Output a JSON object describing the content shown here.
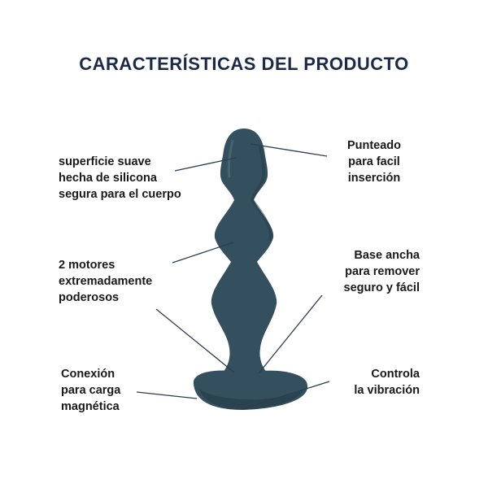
{
  "title": "CARACTERÍSTICAS DEL PRODUCTO",
  "colors": {
    "product": "#34505e",
    "product_shadow": "#243a45",
    "title": "#1b2a4a",
    "text": "#1a1a1a",
    "leader_line": "#2c3e50"
  },
  "features": {
    "surface": [
      "superficie suave",
      "hecha de silicona",
      "segura para el cuerpo"
    ],
    "tip": [
      "Punteado",
      "para facil",
      "inserción"
    ],
    "motors": [
      "2 motores",
      "extremadamente",
      "poderosos"
    ],
    "base": [
      "Base ancha",
      "para remover",
      "seguro y fácil"
    ],
    "charging": [
      "Conexión",
      "para carga",
      "magnética"
    ],
    "control": [
      "Controla",
      "la vibración"
    ]
  }
}
